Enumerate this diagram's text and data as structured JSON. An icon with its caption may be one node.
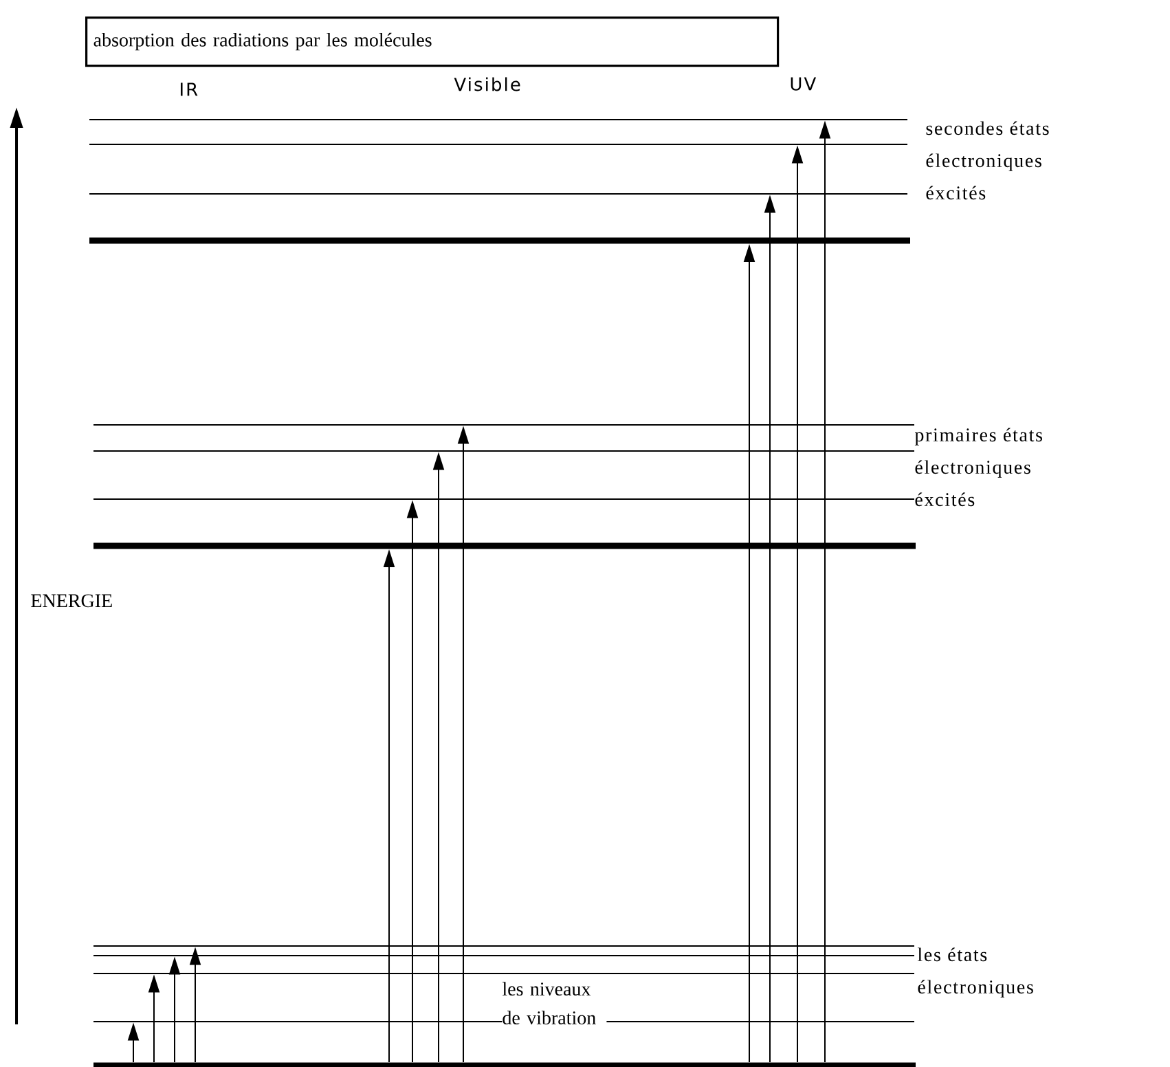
{
  "diagram": {
    "nodes": [
      {
        "text": [
          "absorption des radiations par les molécules"
        ]
      },
      {
        "text": [],
        "shape": "line"
      },
      {
        "text": [],
        "shape": "line"
      },
      {
        "text": [],
        "shape": "line"
      },
      {
        "text": [],
        "shape": "bar"
      },
      {
        "text": [],
        "shape": "line"
      },
      {
        "text": [],
        "shape": "line"
      },
      {
        "text": [],
        "shape": "line"
      },
      {
        "text": [],
        "shape": "bar"
      },
      {
        "text": [],
        "shape": "line"
      },
      {
        "text": [],
        "shape": "line"
      },
      {
        "text": [],
        "shape": "line"
      },
      {
        "text": [],
        "shape": "line"
      },
      {
        "text": [],
        "shape": "bar"
      }
    ],
    "edges": [
      {
        "from": 13,
        "to": 12,
        "arrow": "to"
      },
      {
        "from": 13,
        "to": 11,
        "arrow": "to"
      },
      {
        "from": 13,
        "to": 10,
        "arrow": "to"
      },
      {
        "from": 13,
        "to": 9,
        "arrow": "to"
      },
      {
        "from": 13,
        "to": 8,
        "arrow": "to"
      },
      {
        "from": 13,
        "to": 7,
        "arrow": "to"
      },
      {
        "from": 13,
        "to": 6,
        "arrow": "to"
      },
      {
        "from": 13,
        "to": 5,
        "arrow": "to"
      },
      {
        "from": 13,
        "to": 4,
        "arrow": "to"
      },
      {
        "from": 13,
        "to": 3,
        "arrow": "to"
      },
      {
        "from": 13,
        "to": 2,
        "arrow": "to"
      },
      {
        "from": 13,
        "to": 1,
        "arrow": "to"
      }
    ],
    "labels": [
      "IR",
      "Visible",
      "UV",
      "secondes états électroniques éxcités",
      "primaires états électroniques éxcités",
      "ENERGIE",
      "les états électroniques",
      "les niveaux de vibration"
    ]
  }
}
